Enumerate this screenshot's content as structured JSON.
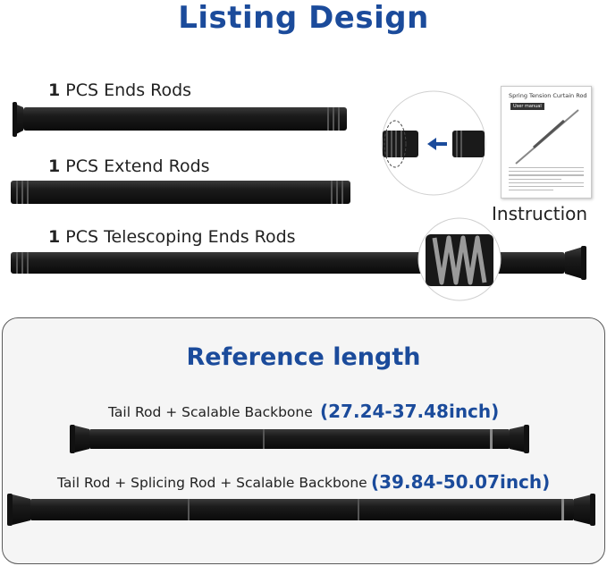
{
  "title": "Listing Design",
  "rods": [
    {
      "count": "1",
      "label": "PCS Ends Rods"
    },
    {
      "count": "1",
      "label": "PCS Extend Rods"
    },
    {
      "count": "1",
      "label": "PCS Telescoping Ends Rods"
    }
  ],
  "instruction": {
    "label": "Instruction",
    "manual_title": "Spring Tension Curtain Rod",
    "manual_badge": "User manual"
  },
  "reference": {
    "title": "Reference length",
    "items": [
      {
        "desc": "Tail Rod + Scalable Backbone",
        "length": "(27.24-37.48inch)"
      },
      {
        "desc": "Tail Rod + Splicing Rod + Scalable Backbone",
        "length": "(39.84-50.07inch)"
      }
    ]
  },
  "colors": {
    "accent": "#1b4b9b",
    "rod": "#1a1a1a"
  }
}
